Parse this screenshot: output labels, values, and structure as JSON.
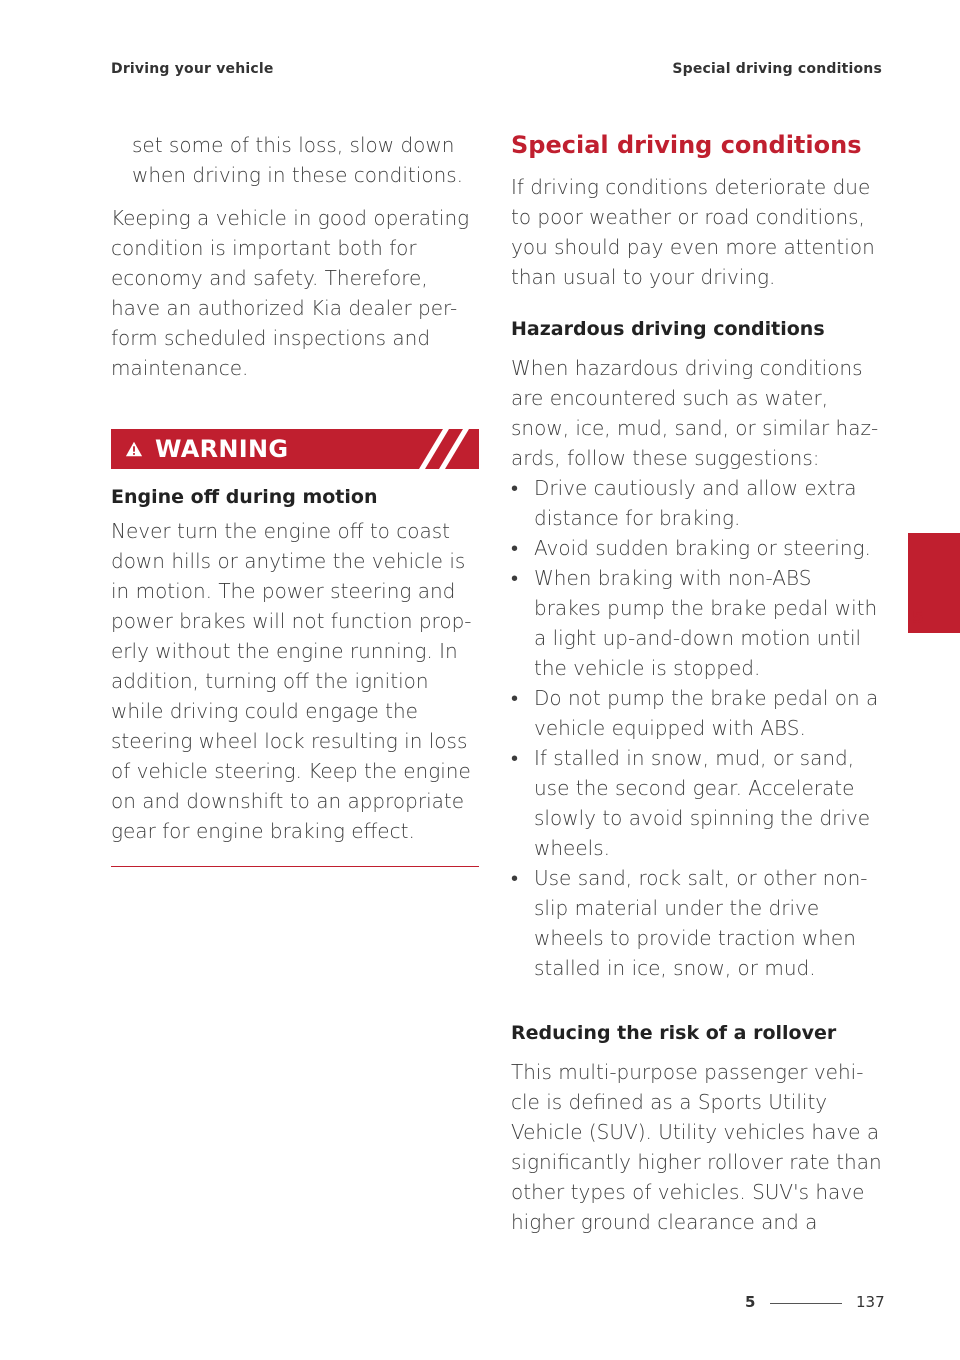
{
  "header": {
    "left": "Driving your vehicle",
    "right": "Special driving conditions"
  },
  "left_column": {
    "continued_text": "set some of this loss, slow down when driving in these conditions.",
    "paragraph": "Keeping a vehicle in good operating condition is important both for economy and safety. Therefore, have an authorized Kia dealer per-form scheduled inspections and maintenance.",
    "warning": {
      "label": "WARNING",
      "icon": "warning-triangle-icon",
      "subtitle": "Engine off during motion",
      "text": "Never turn the engine off to coast down hills or anytime the vehicle is in motion. The power steering and power brakes will not function prop-erly without the engine running. In addition, turning off the ignition while driving could engage the steering wheel lock resulting in loss of vehicle steering. Keep the engine on and downshift to an appropriate gear for engine braking effect."
    }
  },
  "right_column": {
    "section_title": "Special driving conditions",
    "intro": "If driving conditions deteriorate due to poor weather or road conditions, you should pay even more attention than usual to your driving.",
    "hazard_heading": "Hazardous driving conditions",
    "hazard_intro": "When hazardous driving conditions are encountered such as water, snow, ice, mud, sand, or similar haz-ards, follow these suggestions:",
    "bullets": [
      "Drive cautiously and allow extra distance for braking.",
      "Avoid sudden braking or steering.",
      "When braking with non-ABS brakes pump the brake pedal with a light up-and-down motion until the vehicle is stopped.",
      "Do not pump the brake pedal on a vehicle equipped with ABS.",
      "If stalled in snow, mud, or sand, use the second gear. Accelerate slowly to avoid spinning the drive wheels.",
      "Use sand, rock salt, or other non-slip material under the drive wheels to provide traction when stalled in ice, snow, or mud."
    ],
    "rollover_heading": "Reducing the risk of a rollover",
    "rollover_text": "This multi-purpose passenger vehi-cle is defined as a Sports Utility Vehicle (SUV). Utility vehicles have a significantly higher rollover rate than other types of vehicles. SUV's have higher ground clearance and a"
  },
  "chapter_tab": "5",
  "footer": {
    "chapter": "5",
    "page": "137"
  },
  "colors": {
    "accent": "#c01f2f",
    "text": "#3d3d3d"
  }
}
